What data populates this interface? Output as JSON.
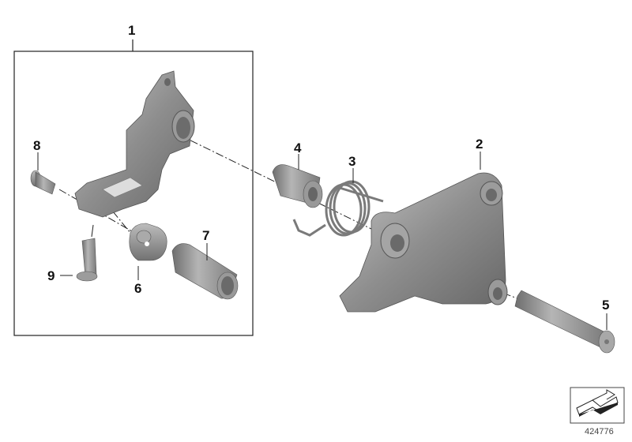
{
  "diagram": {
    "type": "exploded-parts-diagram",
    "catalog_number": "424776",
    "callouts": [
      {
        "id": "1",
        "label": "1",
        "part": "assembly-group-box"
      },
      {
        "id": "2",
        "label": "2",
        "part": "triangular-bracket"
      },
      {
        "id": "3",
        "label": "3",
        "part": "torsion-spring"
      },
      {
        "id": "4",
        "label": "4",
        "part": "bushing-short"
      },
      {
        "id": "5",
        "label": "5",
        "part": "bolt"
      },
      {
        "id": "6",
        "label": "6",
        "part": "eccentric-washer"
      },
      {
        "id": "7",
        "label": "7",
        "part": "sleeve-long"
      },
      {
        "id": "8",
        "label": "8",
        "part": "countersunk-pin"
      },
      {
        "id": "9",
        "label": "9",
        "part": "round-head-pin"
      }
    ],
    "colors": {
      "part_fill": "#8e8e8e",
      "part_light": "#b8b8b8",
      "part_dark": "#5e5e5e",
      "line": "#222222",
      "background": "#ffffff"
    }
  }
}
